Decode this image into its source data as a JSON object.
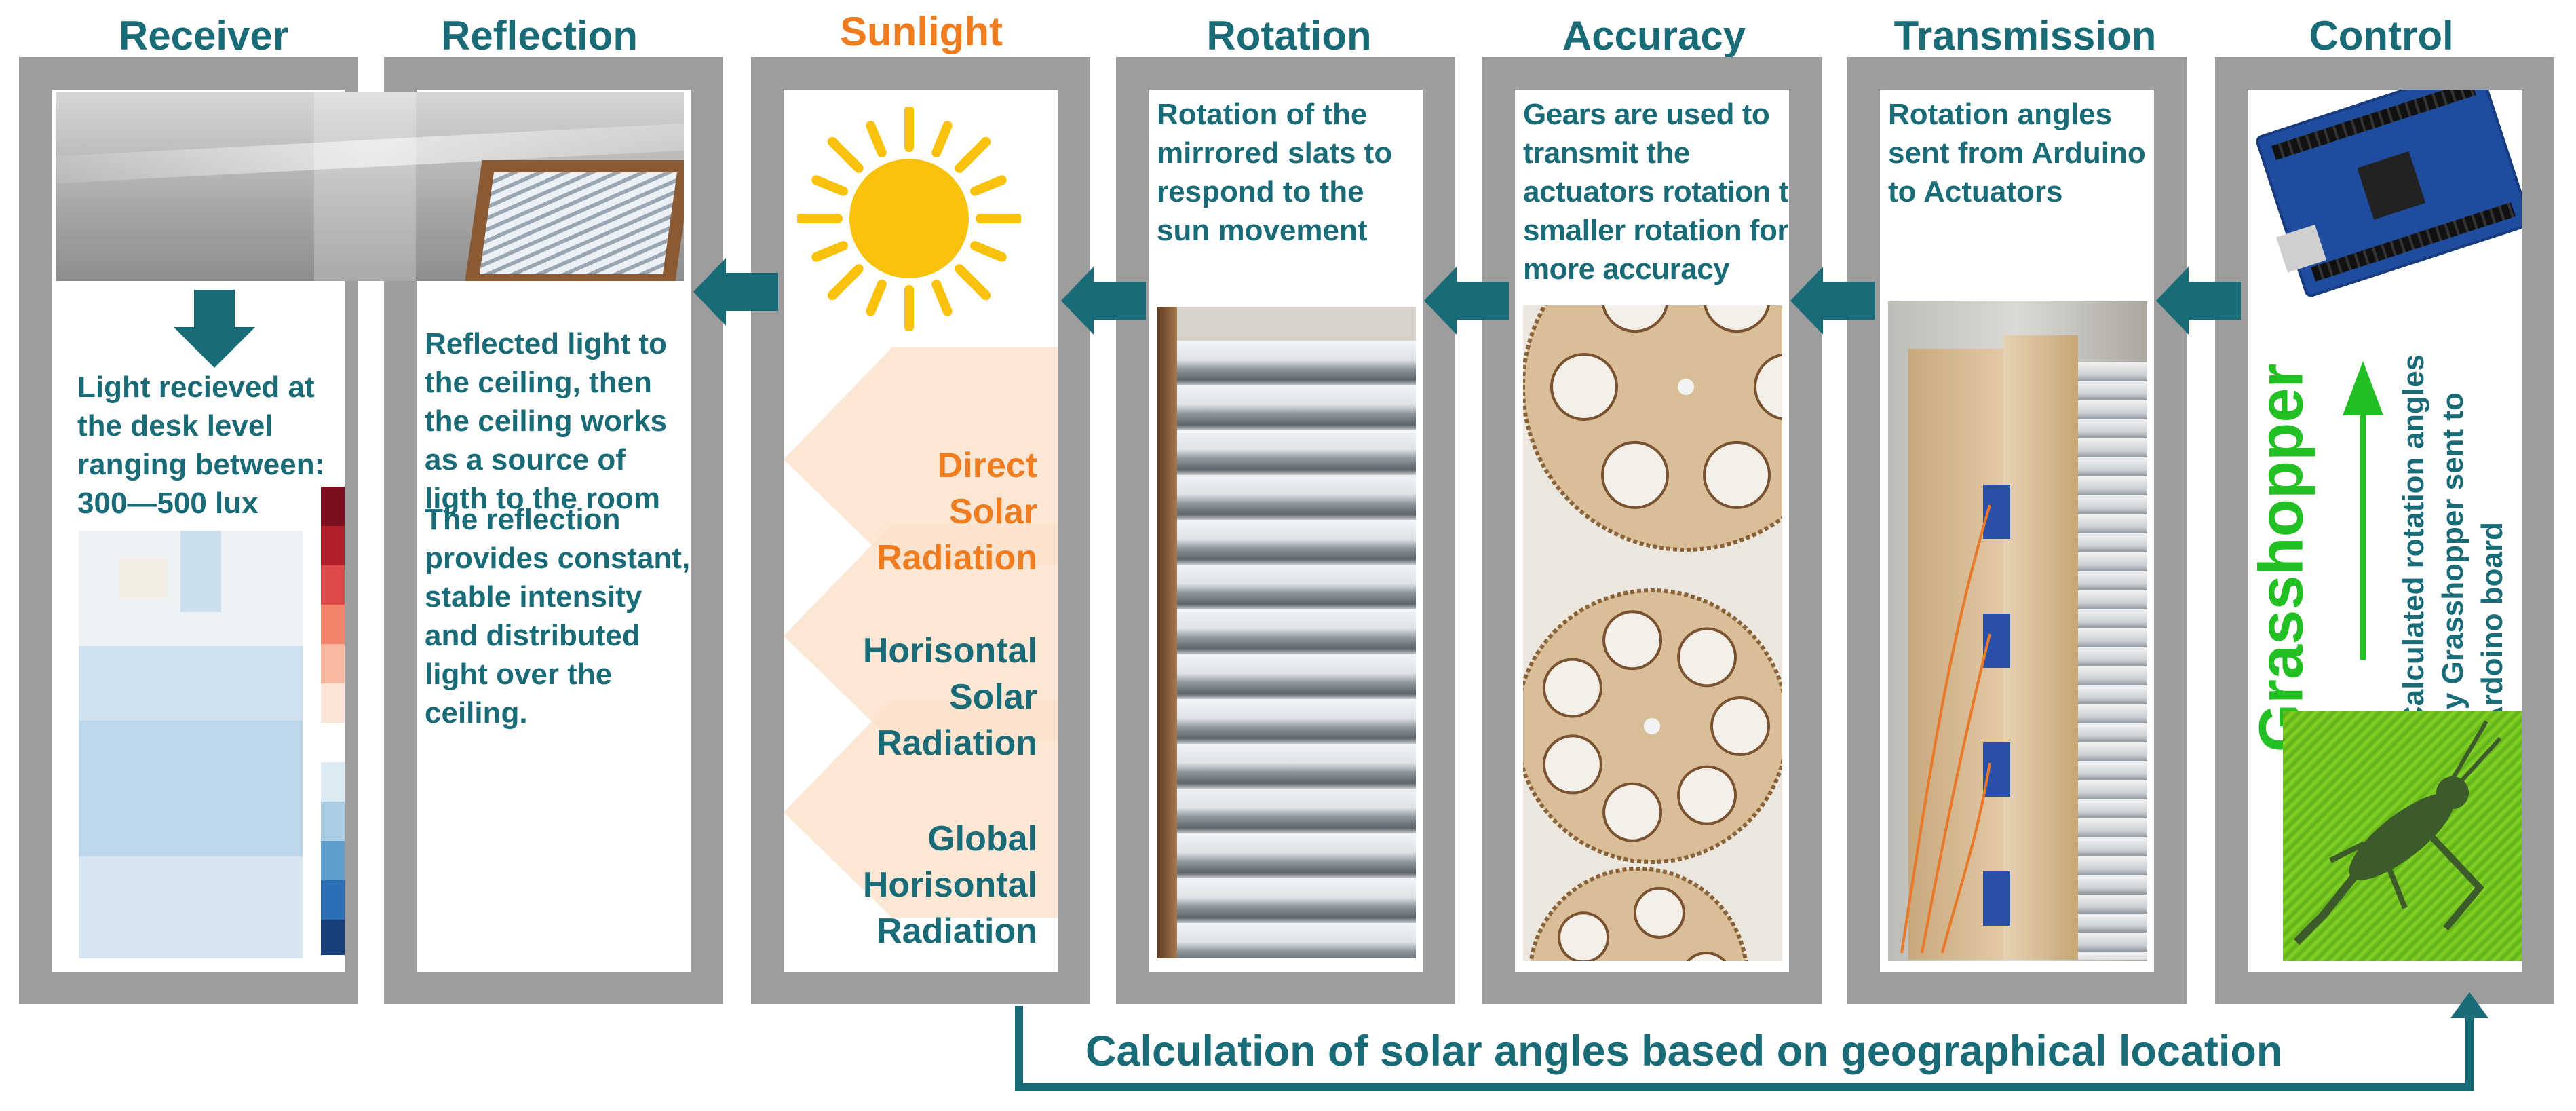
{
  "titles": {
    "receiver": "Receiver",
    "reflection": "Reflection",
    "sunlight": "Sunlight",
    "rotation": "Rotation",
    "accuracy": "Accuracy",
    "transmission": "Transmission",
    "control": "Control"
  },
  "receiver": {
    "text": "Light recieved at the desk level ranging between: 300—500 lux"
  },
  "reflection": {
    "text1": "Reflected light to the ceiling, then the ceiling works as a source of ligth to the room",
    "text2": "The reflection provides constant, stable intensity and distributed light over the ceiling."
  },
  "sunlight": {
    "direct": [
      "Direct",
      "Solar",
      "Radiation"
    ],
    "horizontal": [
      "Horisontal",
      "Solar",
      "Radiation"
    ],
    "global": [
      "Global",
      "Horisontal",
      "Radiation"
    ]
  },
  "rotation": {
    "text": "Rotation of the mirrored slats to respond to the sun movement"
  },
  "accuracy": {
    "text": "Gears are used to transmit the actuators rotation to smaller rotation for more accuracy"
  },
  "transmission": {
    "text": "Rotation angles sent from Arduino to Actuators"
  },
  "control": {
    "grasshopper": "Grasshopper",
    "vertical_text_1": "Calculated rotation angles",
    "vertical_text_2": "by Grasshopper sent to",
    "vertical_text_3": "Ardoino board"
  },
  "bottom": {
    "text": "Calculation of solar angles based on geographical location"
  },
  "colors": {
    "teal": "#1a6b78",
    "orange": "#f07c20",
    "panel_gray": "#9d9d9d",
    "green": "#22c022",
    "sun_yellow": "#f8c20c"
  },
  "icons": [
    "sun-icon",
    "arduino-board-icon",
    "grasshopper-logo-icon",
    "arrow-left-icon",
    "arrow-down-icon",
    "arrow-up-icon"
  ]
}
